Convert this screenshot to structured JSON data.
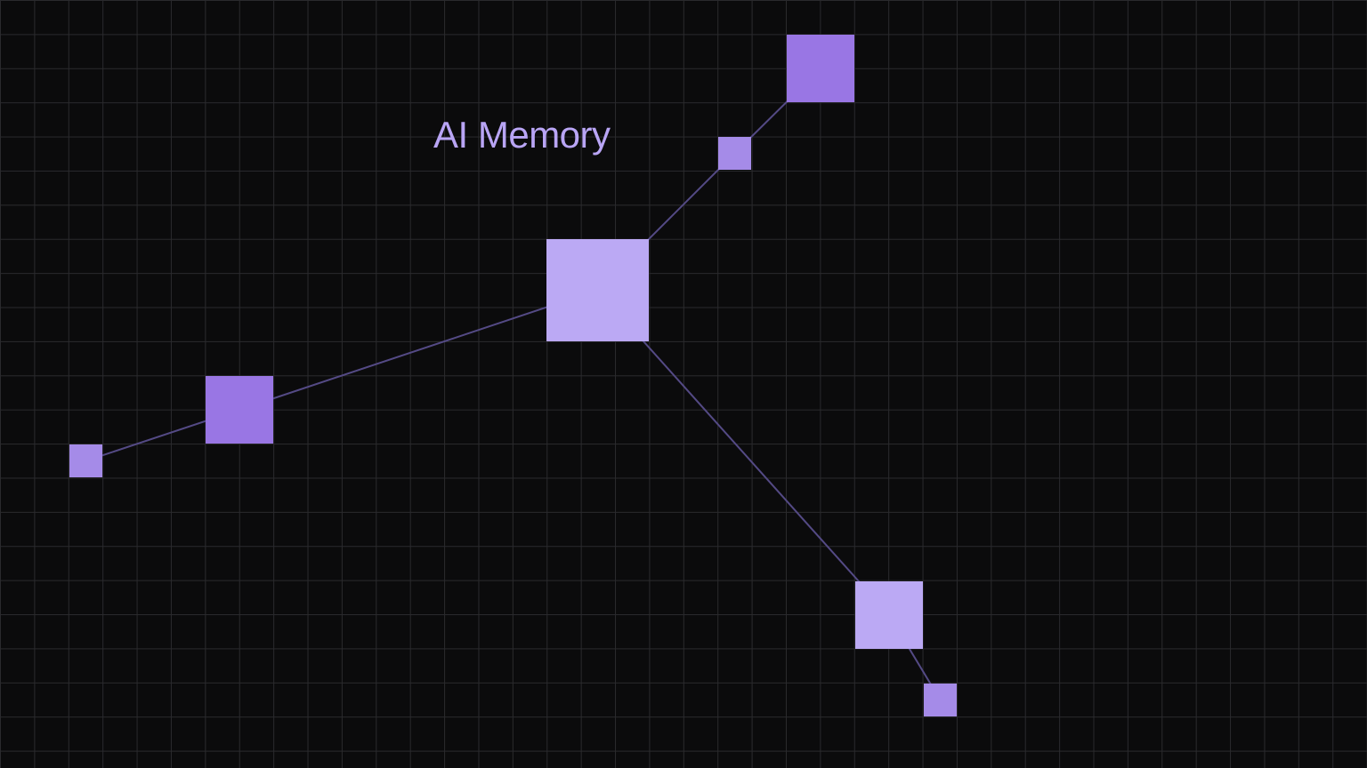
{
  "title": "AI Memory",
  "colors": {
    "background": "#0b0b0c",
    "grid": "#2a2a2d",
    "edge": "#544a85",
    "node_light": "#bba9f4",
    "node_medium": "#a58be8",
    "node_dark": "#9976e4",
    "title": "#b9a5f5"
  },
  "nodes": [
    {
      "id": "center",
      "name": "node-center",
      "shade": "node_light"
    },
    {
      "id": "top-small",
      "name": "node-top-small",
      "shade": "node_medium"
    },
    {
      "id": "top-large",
      "name": "node-top-large",
      "shade": "node_dark"
    },
    {
      "id": "left-large",
      "name": "node-left-large",
      "shade": "node_dark"
    },
    {
      "id": "left-small",
      "name": "node-left-small",
      "shade": "node_medium"
    },
    {
      "id": "bottom-large",
      "name": "node-bottom-large",
      "shade": "node_light"
    },
    {
      "id": "bottom-small",
      "name": "node-bottom-small",
      "shade": "node_medium"
    }
  ],
  "edges": [
    {
      "from": "center",
      "to": "top-small"
    },
    {
      "from": "top-small",
      "to": "top-large"
    },
    {
      "from": "center",
      "to": "left-large"
    },
    {
      "from": "left-large",
      "to": "left-small"
    },
    {
      "from": "center",
      "to": "bottom-large"
    },
    {
      "from": "bottom-large",
      "to": "bottom-small"
    }
  ]
}
